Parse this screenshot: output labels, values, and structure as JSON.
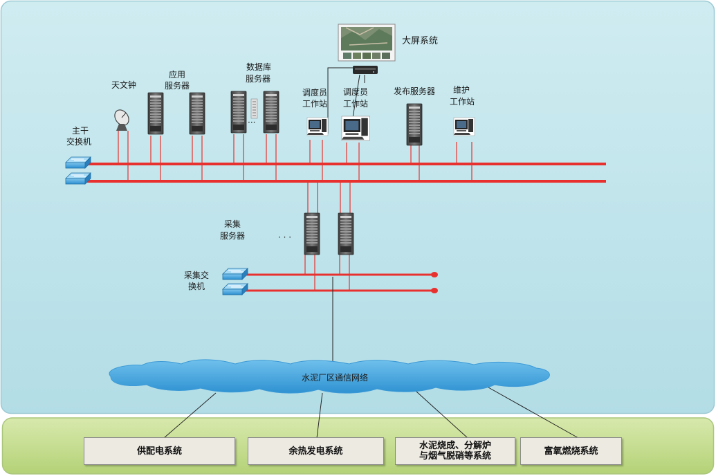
{
  "labels": {
    "big_screen": "大屏系统",
    "astro_clock": "天文钟",
    "app_server_1": "应用",
    "app_server_2": "服务器",
    "db_server_1": "数据库",
    "db_server_2": "服务器",
    "dispatcher1_1": "调度员",
    "dispatcher1_2": "工作站",
    "dispatcher2_1": "调度员",
    "dispatcher2_2": "工作站",
    "publish_server": "发布服务器",
    "maint_1": "维护",
    "maint_2": "工作站",
    "core_switch_1": "主干",
    "core_switch_2": "交换机",
    "collect_server_1": "采集",
    "collect_server_2": "服务器",
    "collect_switch_1": "采集交",
    "collect_switch_2": "换机",
    "cloud": "水泥厂区通信网络",
    "ellipsis_db": "···",
    "ellipsis_collect": "· · ·"
  },
  "systems": [
    {
      "line1": "供配电系统",
      "line2": ""
    },
    {
      "line1": "余热发电系统",
      "line2": ""
    },
    {
      "line1": "水泥烧成、分解炉",
      "line2": "与烟气脱硝等系统"
    },
    {
      "line1": "富氧燃烧系统",
      "line2": ""
    }
  ],
  "colors": {
    "top_panel": "#c3e6ed",
    "bottom_panel": "#c9df96",
    "bus_line": "#e8312e",
    "cloud": "#4aa7dd",
    "server": "#555555"
  }
}
